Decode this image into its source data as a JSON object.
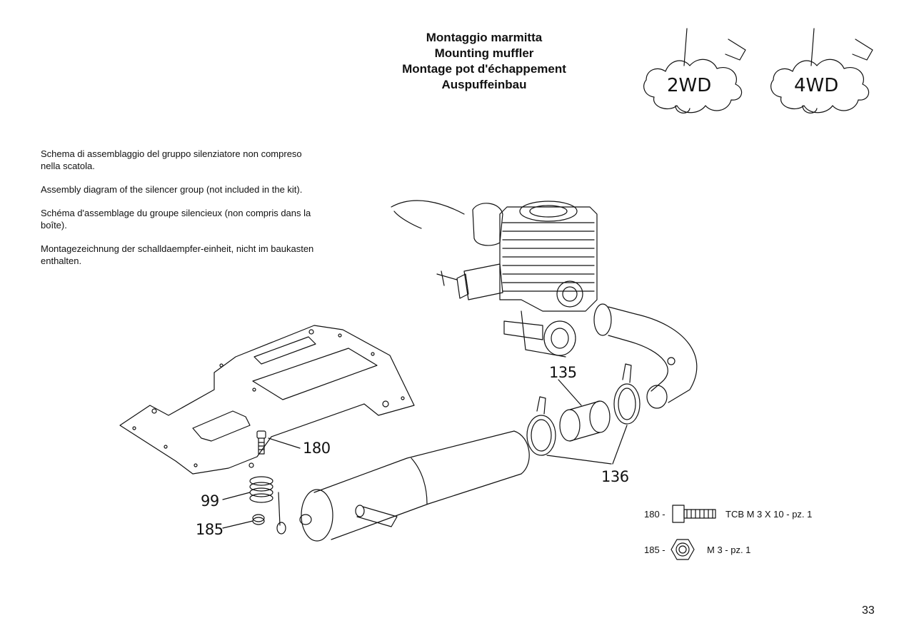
{
  "titles": {
    "it": "Montaggio marmitta",
    "en": "Mounting muffler",
    "fr": "Montage pot d'échappement",
    "de": "Auspuffeinbau"
  },
  "badges": [
    {
      "label": "2WD",
      "icon": "wrench-bone-icon"
    },
    {
      "label": "4WD",
      "icon": "wrench-bone-icon"
    }
  ],
  "intro": [
    "Schema di assemblaggio del gruppo silenziatore non compreso nella scatola.",
    "Assembly diagram of the silencer group (not included in the kit).",
    "Schéma d'assemblage du groupe silencieux (non compris dans la boîte).",
    "Montagezeichnung der schalldaempfer-einheit, nicht im baukasten enthalten."
  ],
  "callouts": {
    "c135": "135",
    "c136": "136",
    "c180": "180",
    "c99": "99",
    "c185": "185"
  },
  "parts": [
    {
      "number": "180 -",
      "description": "TCB M 3 X 10 - pz. 1",
      "icon": "cap-screw-icon"
    },
    {
      "number": "185 -",
      "description": "M 3 - pz. 1",
      "icon": "hex-nut-icon"
    }
  ],
  "page_number": "33"
}
